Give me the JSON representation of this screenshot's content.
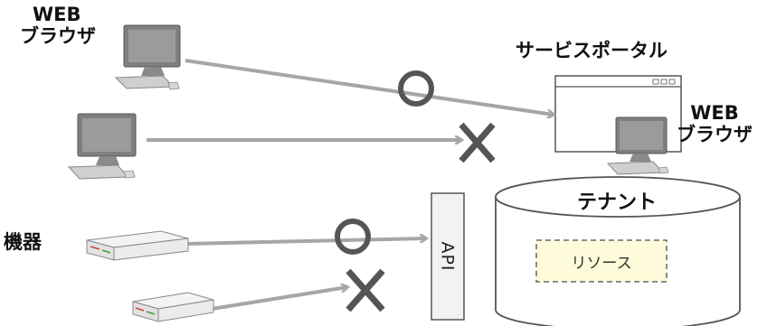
{
  "labels": {
    "web_browser_top_line1": "WEB",
    "web_browser_top_line2": "ブラウザ",
    "service_portal": "サービスポータル",
    "web_browser_right_line1": "WEB",
    "web_browser_right_line2": "ブラウザ",
    "device": "機器",
    "tenant": "テナント",
    "api": "API",
    "resource": "リソース"
  },
  "markers": {
    "allowed": "circle-ok",
    "denied": "cross-ng"
  },
  "colors": {
    "arrow": "#a6a6a6",
    "marker": "#555555",
    "resource_fill": "#fdfbd9",
    "api_fill": "#f2f2f2"
  }
}
